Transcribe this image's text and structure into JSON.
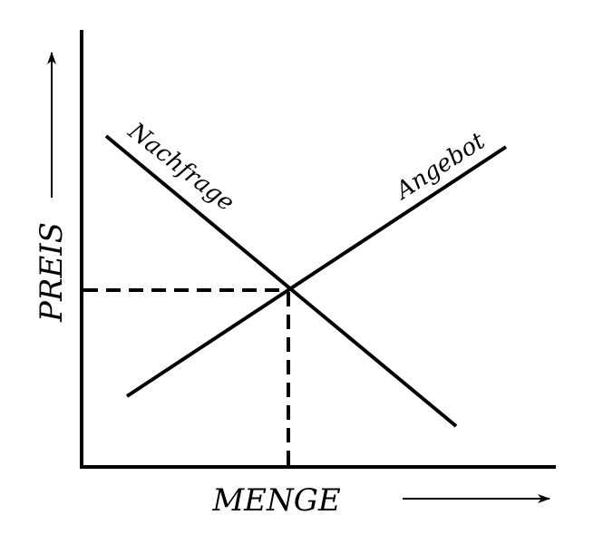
{
  "diagram": {
    "title": "",
    "y_axis_label": "PREIS",
    "x_axis_label": "MENGE",
    "curves": [
      {
        "name": "demand",
        "label": "Nachfrage"
      },
      {
        "name": "supply",
        "label": "Angebot"
      }
    ],
    "colors": {
      "line": "#000000",
      "background": "#ffffff"
    }
  }
}
